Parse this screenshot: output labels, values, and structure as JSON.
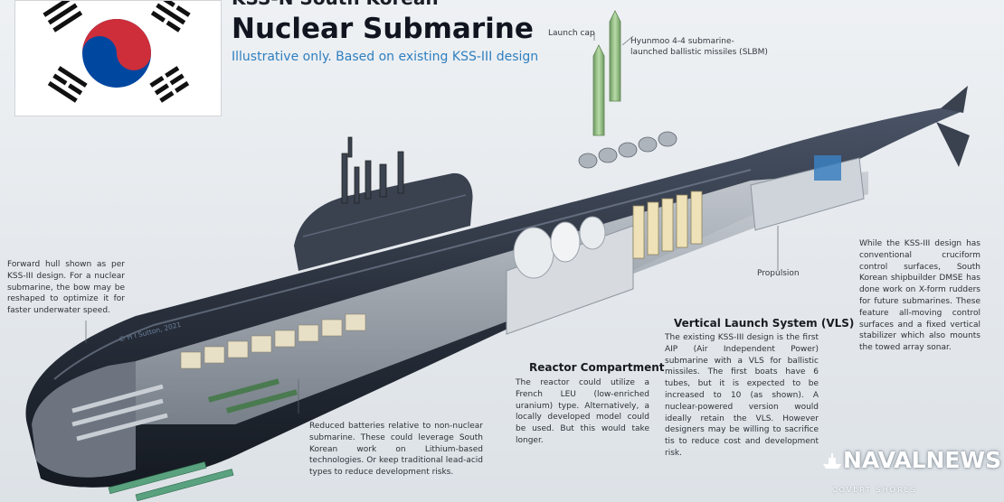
{
  "header": {
    "title_top": "KSS-N South Korean",
    "title_main": "Nuclear Submarine",
    "subtitle": "Illustrative only. Based on existing KSS-III design"
  },
  "callouts": {
    "launch_cap": "Launch cap",
    "slbm_line1": "Hyunmoo 4-4 submarine-",
    "slbm_line2": "launched ballistic missiles (SLBM)",
    "propulsion": "Propulsion"
  },
  "notes": {
    "forward_hull": "Forward hull shown as per KSS-III design. For a nuclear submarine, the bow may be reshaped to optimize it for faster underwater speed.",
    "rudders": "While the KSS-III design has conventional cruciform control surfaces, South Korean shipbuilder DMSE has done work on X-form rudders for future submarines. These feature all-moving control surfaces and a fixed vertical stabilizer which also mounts the towed array sonar.",
    "batteries": "Reduced batteries relative to non-nuclear submarine. These could leverage South Korean work on Lithium-based technologies. Or keep traditional lead-acid types to reduce development risks."
  },
  "vls": {
    "heading": "Vertical Launch System (VLS)",
    "body": "The existing KSS-III design is the first AIP (Air Independent Power) submarine with a VLS for ballistic missiles. The first boats have 6 tubes, but it is expected to be increased to 10 (as shown). A nuclear-powered version would ideally retain the VLS. However designers may be willing to sacrifice tis to reduce cost and development risk."
  },
  "reactor": {
    "heading": "Reactor Compartment",
    "body": "The reactor could utilize a French LEU (low-enriched uranium) type. Alternatively, a locally developed model could be used. But this would take longer."
  },
  "credits": {
    "copyright": "© H I Sutton, 2021",
    "brand": "NAVALNEWS",
    "brand_sub": "COVERT SHORES"
  },
  "colors": {
    "hull": "#2b3240",
    "accent_blue": "#2f7fbf",
    "flag_red": "#cd2e3a",
    "flag_blue": "#0047a0",
    "missile_green": "#9cc68a"
  },
  "icons": [
    "korea-flag",
    "submarine-cutaway",
    "slbm-missile",
    "naval-news-ship-logo"
  ]
}
